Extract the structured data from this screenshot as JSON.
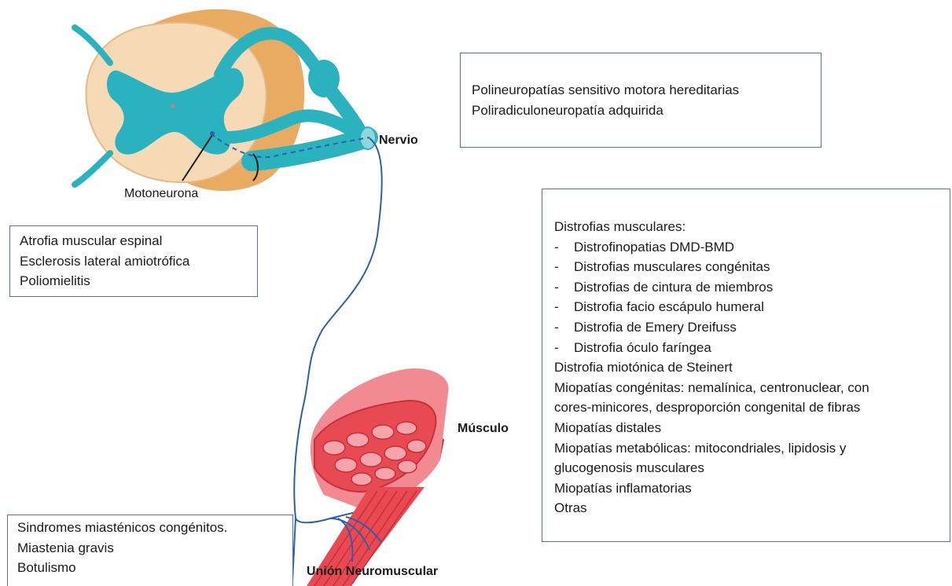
{
  "labels": {
    "nerve": "Nervio",
    "motoneuron": "Motoneurona",
    "muscle": "Músculo",
    "nmj": "Unión Neuromuscular"
  },
  "nerve_box": {
    "lines": [
      "Polineuropatías sensitivo motora hereditarias",
      "Poliradiculoneuropatía adquirida"
    ]
  },
  "motoneuron_box": {
    "lines": [
      "Atrofia muscular espinal",
      "Esclerosis lateral amiotrófica",
      "Poliomielitis"
    ]
  },
  "nmj_box": {
    "lines": [
      "Sindromes miasténicos congénitos.",
      "Miastenia gravis",
      "Botulismo"
    ]
  },
  "muscle_box": {
    "heading": "Distrofias musculares:",
    "bullet_marker": "-",
    "bullets": [
      "Distrofinopatias DMD-BMD",
      "Distrofias musculares congénitas",
      "Distrofias de cintura de miembros",
      "Distrofia facio escápulo humeral",
      "Distrofia de Emery Dreifuss",
      "Distrofia óculo faríngea"
    ],
    "lines": [
      "Distrofia miotónica de Steinert",
      "Miopatías congénitas: nemalínica, centronuclear, con",
      "cores-minicores, desproporción congenital de fibras",
      "Miopatías distales",
      "Miopatías metabólicas: mitocondriales, lipidosis y",
      "glucogenosis musculares",
      "Miopatías inflamatorias",
      "Otras"
    ]
  },
  "colors": {
    "box_border": "#5470a8",
    "spinal_cord_outer": "#f6d9b5",
    "spinal_cord_side": "#e9aa62",
    "grey_matter": "#2ab3bf",
    "nerve_line": "#2f5fa8",
    "muscle": "#e84a54",
    "muscle_dark": "#c92e3a"
  }
}
